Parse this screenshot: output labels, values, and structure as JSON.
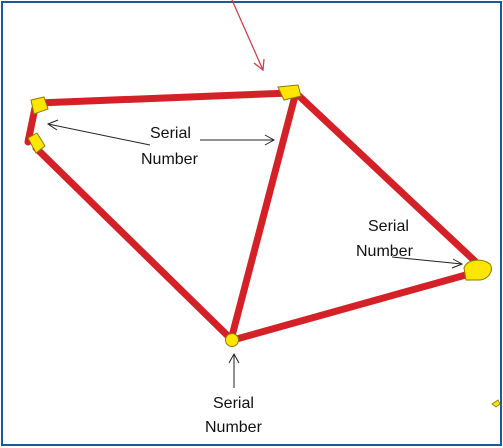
{
  "labels": {
    "left_top": "Serial",
    "left_bottom": "Number",
    "right_top": "Serial",
    "right_bottom": "Number",
    "bottom_top": "Serial",
    "bottom_bottom": "Number"
  },
  "colors": {
    "frame_tube": "#d42127",
    "joint_fill": "#ffe600",
    "joint_stroke": "#8a7a00",
    "border": "#1a5a98",
    "arrow": "#c8424f",
    "leader": "#222222"
  }
}
